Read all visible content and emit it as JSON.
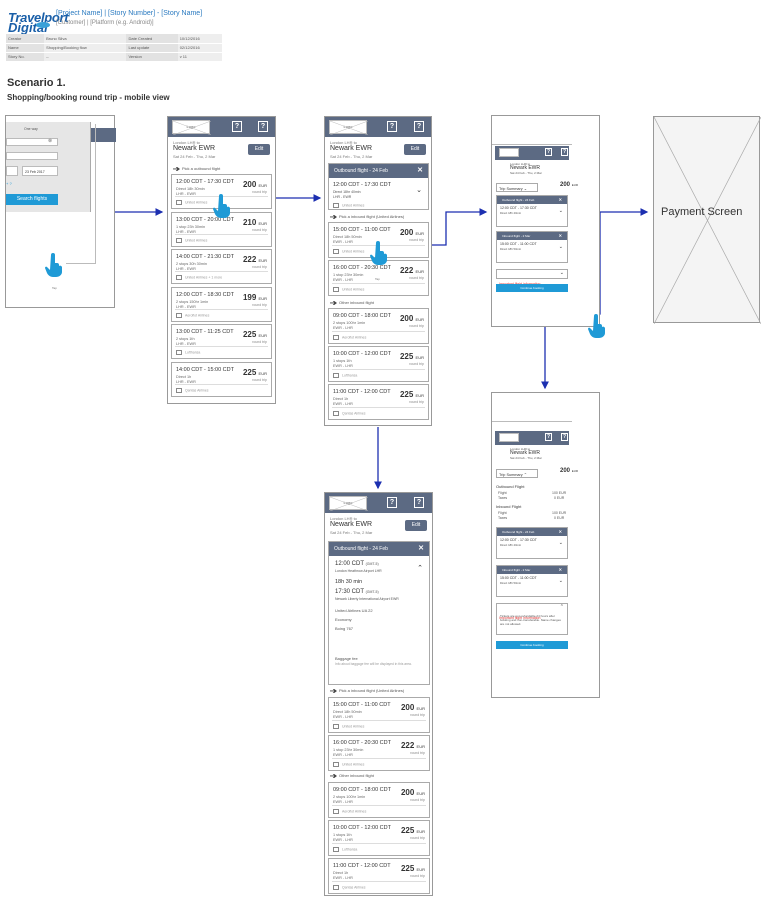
{
  "header": {
    "logo_line1": "Travelport",
    "logo_line2": "Digital",
    "project": "[Project Name] | [Story Number] - [Story Name]",
    "customer": "[Customer] | [Platform (e.g. Android)]"
  },
  "meta": [
    [
      "Creator",
      "Bruno Silva",
      "Date Created",
      "10/12/2016"
    ],
    [
      "Name",
      "Shopping/Booking flow",
      "Last update",
      "02/12/2016"
    ],
    [
      "Story No.",
      "--",
      "Version",
      "v 11"
    ]
  ],
  "scenario": {
    "title": "Scenario 1.",
    "subtitle": "Shopping/booking round trip - mobile view"
  },
  "search_screen": {
    "label_one_way": "One way",
    "date_field": "23 Feb 2017",
    "search_button": "Search flights",
    "tap": "Tap"
  },
  "common": {
    "logo": "Logo",
    "help": "?",
    "route": "London LHR to",
    "destination": "Newark EWR",
    "dates": "Sat 24 Feb - Thu, 2 Mar",
    "edit": "Edit",
    "round_trip": "round trip",
    "eur": "EUR",
    "tap": "Tap"
  },
  "outbound_list": {
    "section": "Pick a outbound flight",
    "flights": [
      {
        "time": "12:00 CDT - 17:30 CDT",
        "info": "Direct 18h 30min",
        "route": "LHR - EWR",
        "price": "200",
        "airline": "United Airlines"
      },
      {
        "time": "13:00 CDT - 20:00 CDT",
        "info": "1 stop 23h 30min",
        "route": "LHR - EWR",
        "price": "210",
        "airline": "United Airlines"
      },
      {
        "time": "14:00 CDT - 21:30 CDT",
        "info": "2 stops 30h 30min",
        "route": "LHR - EWR",
        "price": "222",
        "airline": "United Airlines + 1 more"
      },
      {
        "time": "12:00 CDT - 18:30 CDT",
        "info": "2 stops 150hr 1min",
        "route": "LHR - EWR",
        "price": "199",
        "airline": "Aeroflot Airlines"
      },
      {
        "time": "13:00 CDT - 11:25 CDT",
        "info": "2 stops 1th",
        "route": "LHR - EWR",
        "price": "225",
        "airline": "Lufthansa"
      },
      {
        "time": "14:00 CDT - 15:00 CDT",
        "info": "Direct 1h",
        "route": "LHR - EWR",
        "price": "225",
        "airline": "Qantas Airlines"
      }
    ]
  },
  "inbound_list": {
    "outbound_header": "Outbound flight - 24 Feb",
    "selected": {
      "time": "12:00 CDT - 17:30 CDT",
      "info": "Direct 18hr 40min",
      "route": "LHR - EWR",
      "airline": "United Airlines"
    },
    "section_united": "Pick a inbound flight",
    "section_united_note": "(United Airlines)",
    "section_other": "Other inbound flight",
    "united": [
      {
        "time": "15:00 CDT - 11:00 CDT",
        "info": "Direct 18h 50min",
        "route": "EWR - LHR",
        "price": "200",
        "airline": "United Airlines"
      },
      {
        "time": "16:00 CDT - 20:30 CDT",
        "info": "1 stop 23hr 30min",
        "route": "EWR - LHR",
        "price": "222",
        "airline": "United Airlines"
      }
    ],
    "other": [
      {
        "time": "09:00 CDT - 18:00 CDT",
        "info": "2 stops 100hr 1min",
        "route": "EWR - LHR",
        "price": "200",
        "airline": "Aeroflot Airlines"
      },
      {
        "time": "10:00 CDT - 12:00 CDT",
        "info": "1 stops 1th",
        "route": "EWR - LHR",
        "price": "225",
        "airline": "Lufthansa"
      },
      {
        "time": "11:00 CDT - 12:00 CDT",
        "info": "Direct 1h",
        "route": "EWR - LHR",
        "price": "225",
        "airline": "Qantas Airlines"
      }
    ]
  },
  "detail_screen": {
    "dep_time": "12:00 CDT",
    "dep_zone": "(GMT-5)",
    "dep_airport": "London Heathrow Airport LHR",
    "duration": "18h 30 min",
    "arr_time": "17:30 CDT",
    "arr_zone": "(GMT-5)",
    "arr_airport": "Newark Liberty International Airport EWR",
    "flight_no": "United Airlines UA 22",
    "cabin": "Economy",
    "aircraft": "Boing 767",
    "baggage_title": "Baggage fee",
    "baggage_text": "Info about baggage fee will be displayed in this area."
  },
  "summary_screen": {
    "trip_summary": "Trip Summary",
    "total": "200",
    "outbound_header": "Outbound flight - 24 Feb",
    "inbound_header": "Inbound flight - 2 Mar",
    "out_time": "12:00 CDT - 17:30 CDT",
    "out_info": "Direct 18h 40min",
    "in_time": "15:00 CDT - 11:00 CDT",
    "in_info": "Direct 18h 50min",
    "important": "Important flight information",
    "continue": "Continue booking",
    "outbound_label": "Outbound Flight",
    "inbound_label": "Inbound Flight",
    "flight": "Flight",
    "taxes": "Taxes",
    "flight_val": "100 EUR",
    "taxes_val": "0 EUR",
    "info_text": "Tickets are non-refundable 24 hours after booking and non-transferable. Name changes are not allowed."
  },
  "payment": {
    "label": "Payment Screen"
  }
}
